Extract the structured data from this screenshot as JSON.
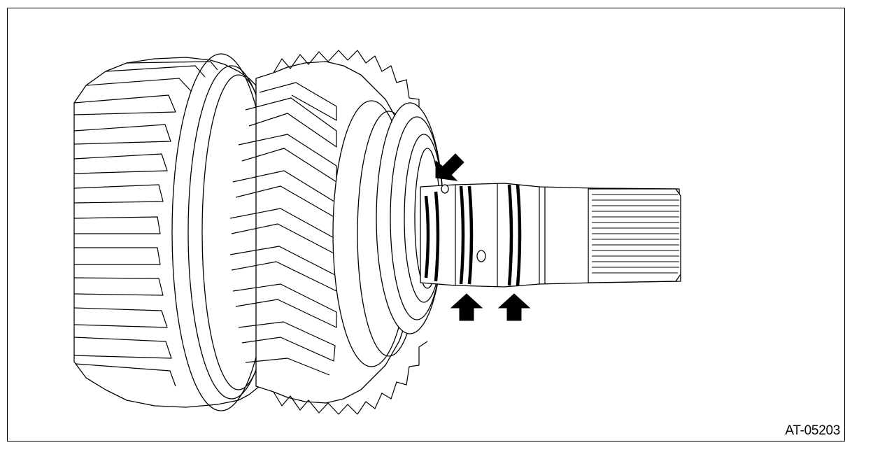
{
  "figure": {
    "id_label": "AT-05203",
    "line_color": "#000000",
    "fill_color": "#ffffff"
  },
  "parts": [
    {
      "name": "drum-gear-assembly"
    },
    {
      "name": "helical-gear"
    },
    {
      "name": "bearing"
    },
    {
      "name": "shaft"
    },
    {
      "name": "seal-ring",
      "count": 3
    },
    {
      "name": "splined-end"
    }
  ],
  "indicators": [
    {
      "name": "arrow-seal-ring-1",
      "direction": "down-left"
    },
    {
      "name": "arrow-seal-ring-2",
      "direction": "up"
    },
    {
      "name": "arrow-seal-ring-3",
      "direction": "up"
    }
  ]
}
